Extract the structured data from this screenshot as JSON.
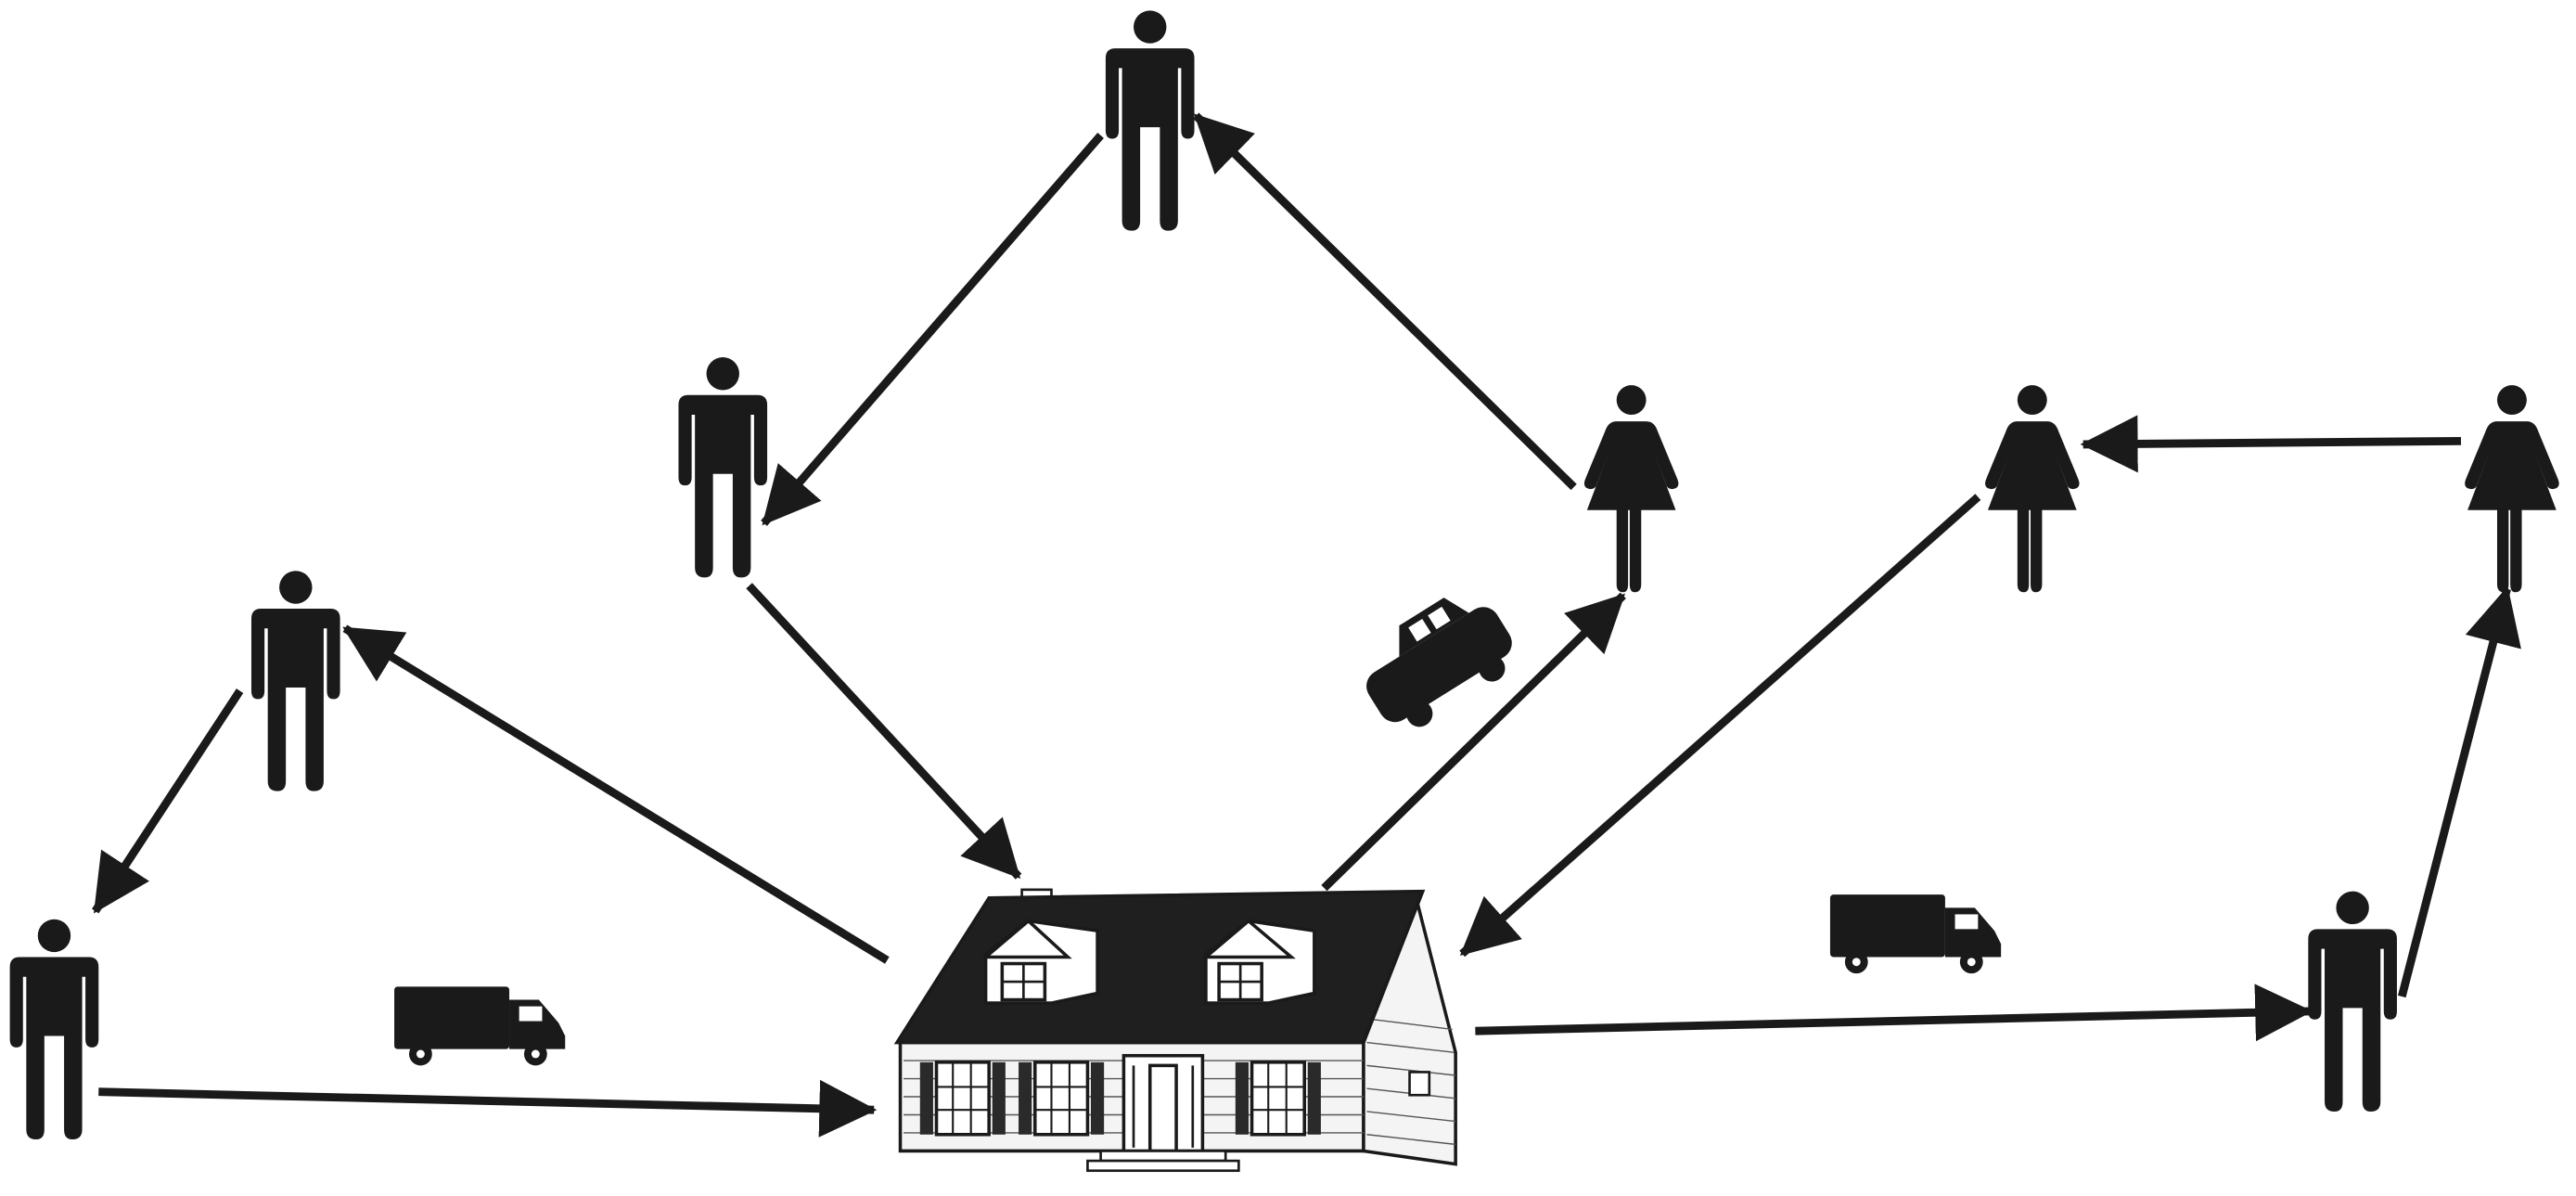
{
  "diagram": {
    "kind": "flow network",
    "colors": {
      "ink": "#1a1a1a",
      "background": "#ffffff",
      "roof": "#1f1f1f",
      "siding": "#f4f4f4"
    },
    "nodes": [
      {
        "id": "house",
        "icon": "house-icon"
      },
      {
        "id": "m1",
        "icon": "man-icon"
      },
      {
        "id": "m2",
        "icon": "man-icon"
      },
      {
        "id": "m3",
        "icon": "man-icon"
      },
      {
        "id": "m4",
        "icon": "man-icon"
      },
      {
        "id": "m5",
        "icon": "man-icon"
      },
      {
        "id": "w1",
        "icon": "woman-icon"
      },
      {
        "id": "w2",
        "icon": "woman-icon"
      },
      {
        "id": "w3",
        "icon": "woman-icon"
      }
    ],
    "decorations": [
      {
        "id": "truck-left",
        "icon": "truck-icon"
      },
      {
        "id": "truck-right",
        "icon": "truck-icon"
      },
      {
        "id": "car",
        "icon": "car-icon"
      }
    ],
    "edges": [
      {
        "from": "m1",
        "to": "house"
      },
      {
        "from": "house",
        "to": "m2"
      },
      {
        "from": "m2",
        "to": "m1"
      },
      {
        "from": "m3",
        "to": "house"
      },
      {
        "from": "m4",
        "to": "m3"
      },
      {
        "from": "w1",
        "to": "m4"
      },
      {
        "from": "house",
        "to": "w1"
      },
      {
        "from": "w2",
        "to": "house"
      },
      {
        "from": "w3",
        "to": "w2"
      },
      {
        "from": "m5",
        "to": "w3"
      },
      {
        "from": "house",
        "to": "m5"
      }
    ]
  }
}
